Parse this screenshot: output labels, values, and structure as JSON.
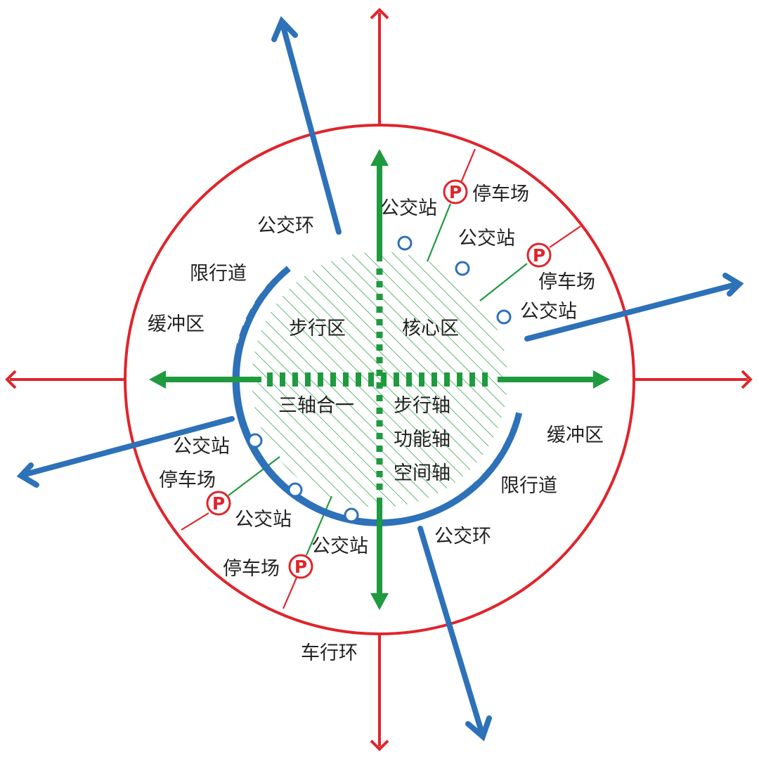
{
  "colors": {
    "road": "#e0242b",
    "transit": "#2d71b8",
    "pedestrian": "#1f9a3f",
    "hatch": "#3aa655",
    "text": "#222222"
  },
  "labels": {
    "bus_loop": "公交环",
    "restricted_road": "限行道",
    "buffer_zone": "缓冲区",
    "pedestrian_zone": "步行区",
    "core_zone": "核心区",
    "three_axes": "三轴合一",
    "walk_axis": "步行轴",
    "function_axis": "功能轴",
    "space_axis": "空间轴",
    "bus_stop": "公交站",
    "parking": "停车场",
    "vehicle_ring": "车行环",
    "parking_symbol": "P"
  }
}
